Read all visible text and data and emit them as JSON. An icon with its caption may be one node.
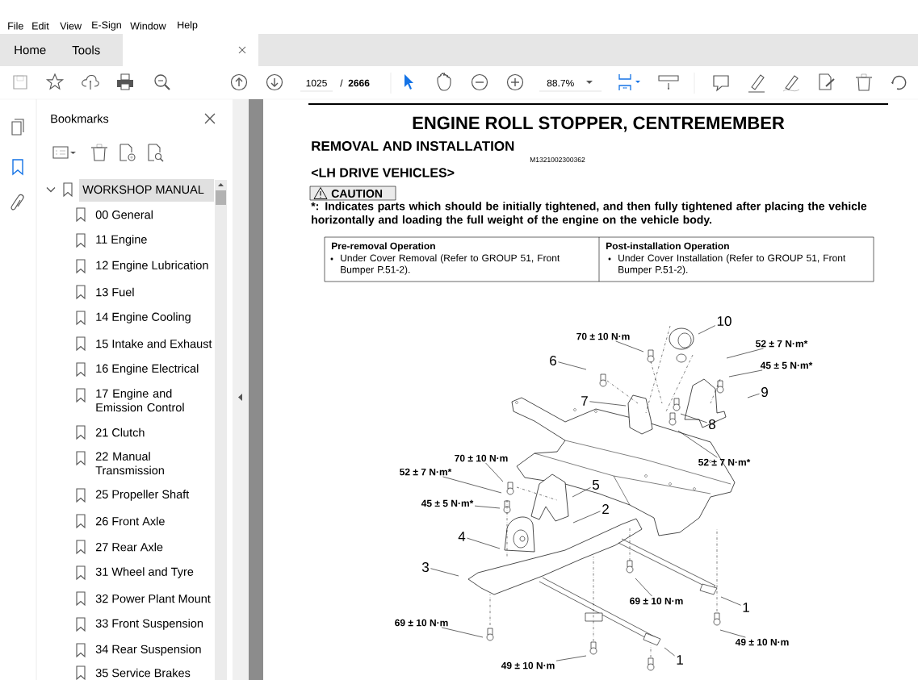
{
  "diagram": {
    "title": "ENGINE ROLL STOPPER, CENTREMEMBER",
    "nodes": [
      {
        "text": [
          "10"
        ]
      },
      {
        "text": [
          "70 ± 10 N·m"
        ]
      },
      {
        "text": [
          "52 ± 7 N·m*"
        ]
      },
      {
        "text": [
          "6"
        ]
      },
      {
        "text": [
          "45 ± 5 N·m*"
        ]
      },
      {
        "text": [
          "7"
        ]
      },
      {
        "text": [
          "9"
        ]
      },
      {
        "text": [
          "8"
        ]
      },
      {
        "text": [
          "52 ± 7 N·m*"
        ]
      },
      {
        "text": [
          "70 ± 10 N·m"
        ]
      },
      {
        "text": [
          "52 ± 7 N·m*"
        ]
      },
      {
        "text": [
          "5"
        ]
      },
      {
        "text": [
          "45 ± 5 N·m*"
        ]
      },
      {
        "text": [
          "2"
        ]
      },
      {
        "text": [
          "4"
        ]
      },
      {
        "text": [
          "3"
        ]
      },
      {
        "text": [
          "69 ± 10 N·m"
        ]
      },
      {
        "text": [
          "1"
        ]
      },
      {
        "text": [
          "69 ± 10 N·m"
        ]
      },
      {
        "text": [
          "49 ± 10 N·m"
        ]
      },
      {
        "text": [
          "1"
        ]
      },
      {
        "text": [
          "49 ± 10 N·m"
        ]
      }
    ],
    "edges": [
      {
        "from": 0,
        "to": null,
        "arrow": "none"
      },
      {
        "from": 1,
        "to": null,
        "arrow": "none"
      },
      {
        "from": 2,
        "to": null,
        "arrow": "none"
      },
      {
        "from": 3,
        "to": null,
        "arrow": "none"
      },
      {
        "from": 4,
        "to": null,
        "arrow": "none"
      },
      {
        "from": 5,
        "to": null,
        "arrow": "none"
      },
      {
        "from": 6,
        "to": null,
        "arrow": "none"
      },
      {
        "from": 7,
        "to": null,
        "arrow": "none"
      },
      {
        "from": 8,
        "to": null,
        "arrow": "none"
      },
      {
        "from": 9,
        "to": null,
        "arrow": "none"
      },
      {
        "from": 10,
        "to": null,
        "arrow": "none"
      },
      {
        "from": 11,
        "to": null,
        "arrow": "none"
      },
      {
        "from": 12,
        "to": null,
        "arrow": "none"
      },
      {
        "from": 13,
        "to": null,
        "arrow": "none"
      },
      {
        "from": 14,
        "to": null,
        "arrow": "none"
      },
      {
        "from": 15,
        "to": null,
        "arrow": "none"
      },
      {
        "from": 16,
        "to": null,
        "arrow": "none"
      },
      {
        "from": 17,
        "to": null,
        "arrow": "none"
      },
      {
        "from": 18,
        "to": null,
        "arrow": "none"
      },
      {
        "from": 19,
        "to": null,
        "arrow": "none"
      },
      {
        "from": 20,
        "to": null,
        "arrow": "none"
      },
      {
        "from": 21,
        "to": null,
        "arrow": "none"
      }
    ],
    "labels": [
      "File",
      "Edit",
      "View",
      "E-Sign",
      "Window",
      "Help",
      "Home",
      "Tools",
      "1025",
      "/",
      "2666",
      "88.7%",
      "Bookmarks",
      "WORKSHOP MANUAL",
      "00 General",
      "11 Engine",
      "12 Engine Lubrication",
      "13 Fuel",
      "14 Engine Cooling",
      "15 Intake and Exhaust",
      "16 Engine Electrical",
      "17 Engine and Emission Control",
      "21 Clutch",
      "22 Manual Transmission",
      "25 Propeller Shaft",
      "26 Front Axle",
      "27 Rear Axle",
      "31 Wheel and Tyre",
      "32 Power Plant Mount",
      "33 Front Suspension",
      "34 Rear Suspension",
      "35 Service Brakes",
      "REMOVAL AND INSTALLATION",
      "M1321002300362",
      "<LH DRIVE VEHICLES>",
      "CAUTION",
      "*: Indicates parts which should be initially tightened, and then fully tightened after placing the vehicle horizontally and loading the full weight of the engine on the vehicle body.",
      "Pre-removal Operation",
      "Under Cover Removal (Refer to GROUP 51, Front Bumper P.51-2).",
      "Post-installation Operation",
      "Under Cover Installation (Refer to GROUP 51, Front Bumper P.51-2)."
    ]
  }
}
